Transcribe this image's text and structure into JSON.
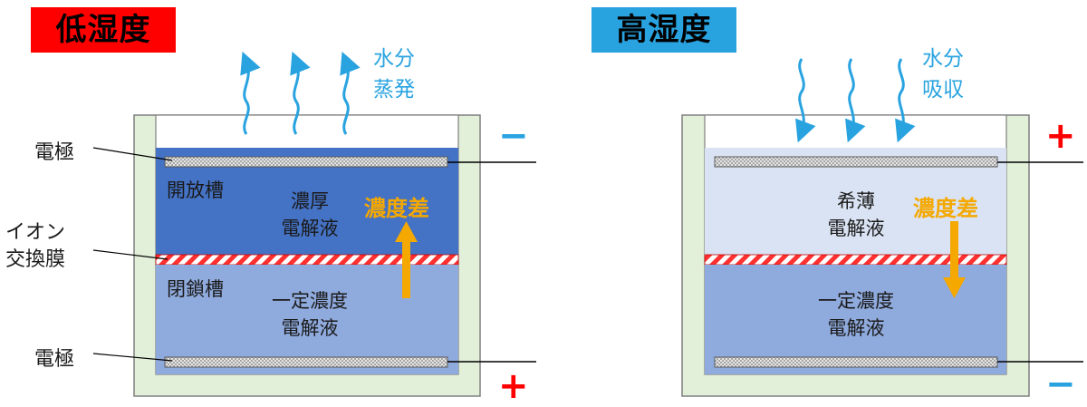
{
  "colors": {
    "low_tag": "#ff0000",
    "high_tag": "#29a3e0",
    "frame": "#e2efd9",
    "frame_stroke": "#7f7f7f",
    "dark_electrolyte": "#4472c4",
    "light_electrolyte": "#dae3f3",
    "mid_electrolyte": "#8faadc",
    "membrane": "#ff3030",
    "water_arrow": "#29a3e0",
    "diff_arrow": "#f5a800",
    "plus": "#ff0000",
    "minus": "#29a3e0"
  },
  "low": {
    "title": "低湿度",
    "water_label_1": "水分",
    "water_label_2": "蒸発",
    "electrode_top": "電極",
    "electrode_bottom": "電極",
    "membrane_1": "イオン",
    "membrane_2": "交換膜",
    "open_tank": "開放槽",
    "closed_tank": "閉鎖槽",
    "upper_1": "濃厚",
    "upper_2": "電解液",
    "lower_1": "一定濃度",
    "lower_2": "電解液",
    "diff": "濃度差",
    "top_sign": "−",
    "bottom_sign": "+"
  },
  "high": {
    "title": "高湿度",
    "water_label_1": "水分",
    "water_label_2": "吸収",
    "upper_1": "希薄",
    "upper_2": "電解液",
    "lower_1": "一定濃度",
    "lower_2": "電解液",
    "diff": "濃度差",
    "top_sign": "+",
    "bottom_sign": "−"
  }
}
